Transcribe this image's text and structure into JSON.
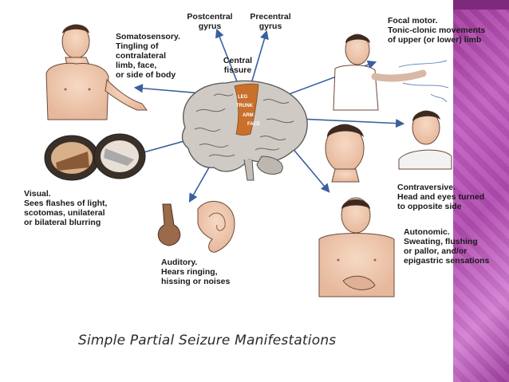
{
  "labels": {
    "postcentral": "Postcentral\ngyrus",
    "precentral": "Precentral\ngyrus",
    "central_fissure": "Central\nfissure",
    "somatosensory": "Somatosensory.\nTingling of\ncontralateral\nlimb, face,\nor side of body",
    "focal_motor": "Focal motor.\nTonic-clonic movements\nof upper (or lower) limb",
    "visual": "Visual.\nSees flashes of light,\nscotomas, unilateral\nor bilateral blurring",
    "contraversive": "Contraversive.\nHead and eyes turned\nto opposite side",
    "autonomic": "Autonomic.\nSweating, flushing\nor pallor, and/or\nepigastric sensations",
    "auditory": "Auditory.\nHears ringing,\nhissing or noises"
  },
  "strip": {
    "leg": "LEG",
    "trunk": "TRUNK",
    "arm": "ARM",
    "face": "FACE"
  },
  "caption": "Simple Partial Seizure Manifestations",
  "colors": {
    "arrow": "#3a5f9e",
    "sidebar": "#b14bb0",
    "strip": "#c9702c",
    "brain": "#c9c4be"
  }
}
